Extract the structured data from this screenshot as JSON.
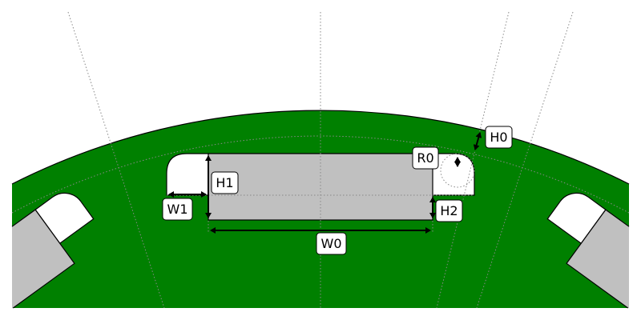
{
  "colors": {
    "rotor": "#008000",
    "magnet": "#c0c0c0",
    "pocket": "#ffffff",
    "outline": "#000000"
  },
  "labels": {
    "H0": "H0",
    "H1": "H1",
    "H2": "H2",
    "W0": "W0",
    "W1": "W1",
    "R0": "R0"
  }
}
